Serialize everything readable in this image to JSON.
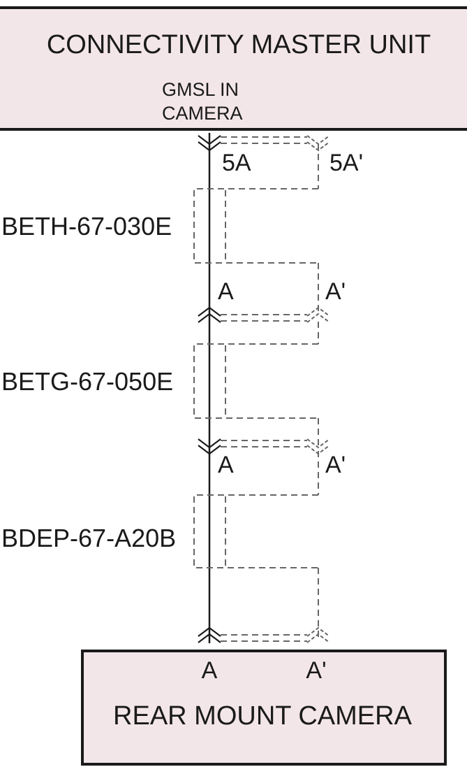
{
  "top_unit": {
    "title": "CONNECTIVITY MASTER UNIT",
    "port_line1": "GMSL IN",
    "port_line2": "CAMERA"
  },
  "bottom_unit": {
    "title": "REAR MOUNT CAMERA",
    "pin_a": "A",
    "pin_a_prime": "A'"
  },
  "harnesses": [
    {
      "part_number": "BETH-67-030E",
      "end_top_a": "5A",
      "end_top_a_prime": "5A'",
      "end_bottom_a": "A",
      "end_bottom_a_prime": "A'"
    },
    {
      "part_number": "BETG-67-050E",
      "end_bottom_a": "A",
      "end_bottom_a_prime": "A'"
    },
    {
      "part_number": "BDEP-67-A20B"
    }
  ],
  "colors": {
    "unit_fill": "#f3e6e9",
    "line": "#1a1a1a",
    "dashed_shield": "#666666"
  }
}
